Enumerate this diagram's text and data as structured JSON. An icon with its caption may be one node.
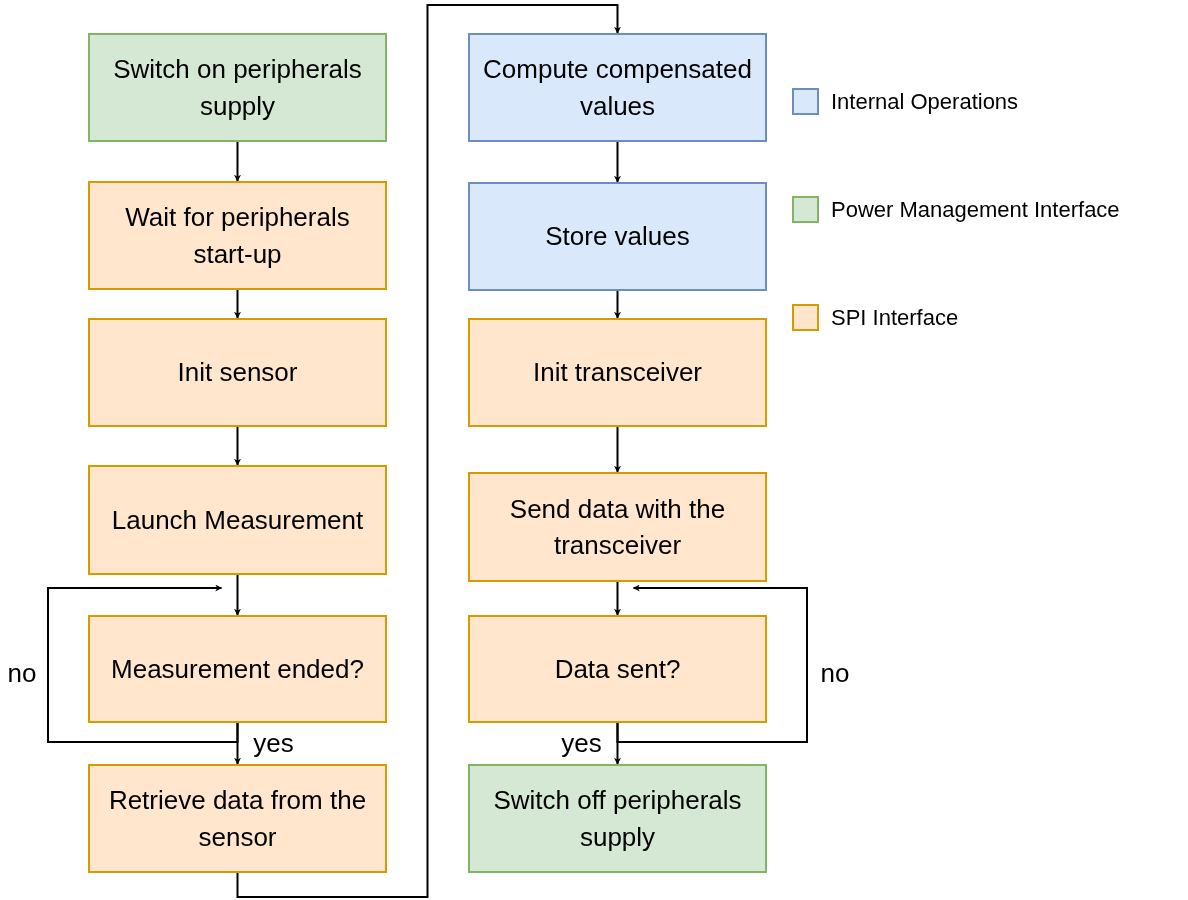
{
  "diagram": {
    "nodes": [
      {
        "text": [
          "Switch on peripherals supply"
        ]
      },
      {
        "text": [
          "Wait for peripherals start-up"
        ]
      },
      {
        "text": [
          "Init sensor"
        ]
      },
      {
        "text": [
          "Launch Measurement"
        ]
      },
      {
        "text": [
          "Measurement ended?"
        ]
      },
      {
        "text": [
          "Retrieve data from the sensor"
        ]
      },
      {
        "text": [
          "Compute compensated values"
        ]
      },
      {
        "text": [
          "Store values"
        ]
      },
      {
        "text": [
          "Init transceiver"
        ]
      },
      {
        "text": [
          "Send data with the transceiver"
        ]
      },
      {
        "text": [
          "Data sent?"
        ]
      },
      {
        "text": [
          "Switch off peripherals supply"
        ]
      }
    ],
    "edges": [
      {
        "from": 0,
        "to": 1,
        "arrow": "to"
      },
      {
        "from": 1,
        "to": 2,
        "arrow": "to"
      },
      {
        "from": 2,
        "to": 3,
        "arrow": "to"
      },
      {
        "from": 3,
        "to": 4,
        "arrow": "to"
      },
      {
        "from": 4,
        "to": 4,
        "arrow": "to",
        "label": "no"
      },
      {
        "from": 4,
        "to": 5,
        "arrow": "to",
        "label": "yes"
      },
      {
        "from": 5,
        "to": 6,
        "arrow": "to"
      },
      {
        "from": 6,
        "to": 7,
        "arrow": "to"
      },
      {
        "from": 7,
        "to": 8,
        "arrow": "to"
      },
      {
        "from": 8,
        "to": 9,
        "arrow": "to"
      },
      {
        "from": 9,
        "to": 10,
        "arrow": "to"
      },
      {
        "from": 10,
        "to": 10,
        "arrow": "to",
        "label": "no"
      },
      {
        "from": 10,
        "to": 11,
        "arrow": "to",
        "label": "yes"
      }
    ],
    "legend": [
      {
        "text": "Internal Operations",
        "color": "#dae8fc"
      },
      {
        "text": "Power Management Interface",
        "color": "#d5e8d4"
      },
      {
        "text": "SPI Interface",
        "color": "#ffe6cc"
      }
    ]
  }
}
